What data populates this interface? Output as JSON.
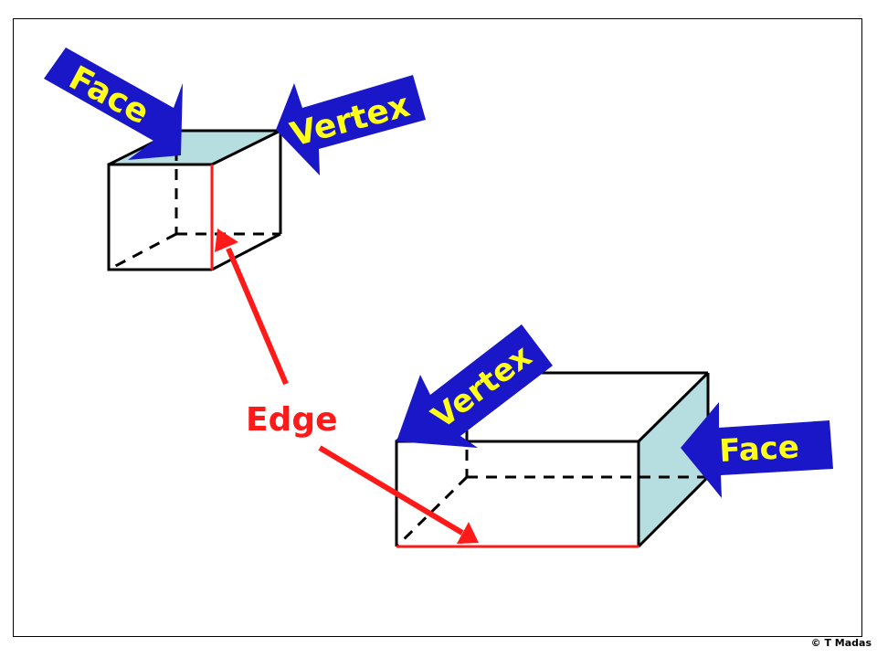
{
  "labels": {
    "face_top": "Face",
    "vertex_top": "Vertex",
    "edge": "Edge",
    "vertex_bottom": "Vertex",
    "face_bottom": "Face"
  },
  "copyright": "© T Madas",
  "colors": {
    "arrow_blue": "#1a17c8",
    "label_yellow": "#ffff1a",
    "edge_red": "#ff1a1a",
    "face_fill": "#b6dde0",
    "line_black": "#000000"
  }
}
